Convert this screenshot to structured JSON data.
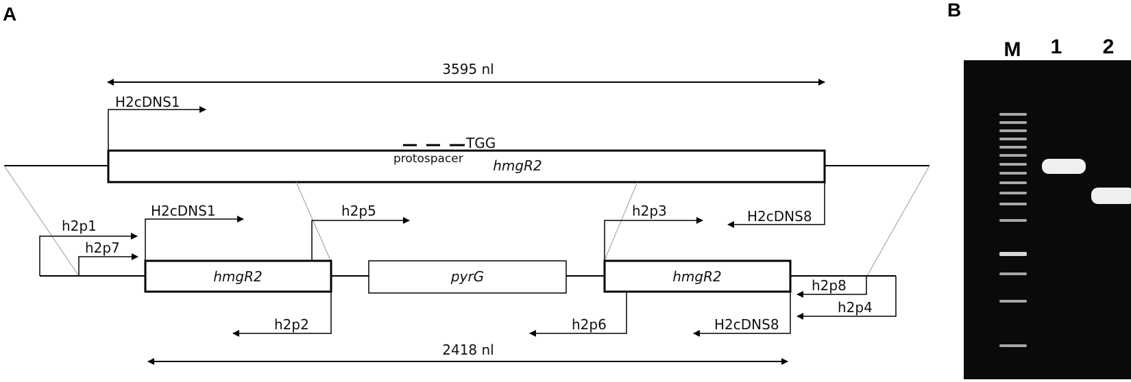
{
  "panels": {
    "a": "A",
    "b": "B"
  },
  "diagram": {
    "top_length": "3595 nl",
    "bottom_length": "2418 nl",
    "top_gene": "hmgR2",
    "protospacer": "protospacer",
    "pam": "TGG",
    "bottom_left_gene": "hmgR2",
    "bottom_marker": "pyrG",
    "bottom_right_gene": "hmgR2",
    "primers": {
      "h2cdns1_top": "H2cDNS1",
      "h2cdns1_mid": "H2cDNS1",
      "h2cdns8_mid": "H2cDNS8",
      "h2cdns8_low": "H2cDNS8",
      "h2p1": "h2p1",
      "h2p7": "h2p7",
      "h2p5": "h2p5",
      "h2p3": "h2p3",
      "h2p2": "h2p2",
      "h2p6": "h2p6",
      "h2p8": "h2p8",
      "h2p4": "h2p4"
    }
  },
  "gel": {
    "lanes": [
      "M",
      "1",
      "2"
    ]
  },
  "colors": {
    "line": "#000000",
    "gel_bg": "#0a0a0a",
    "band": "#f2f2f2",
    "guide": "#9a9a9a"
  }
}
